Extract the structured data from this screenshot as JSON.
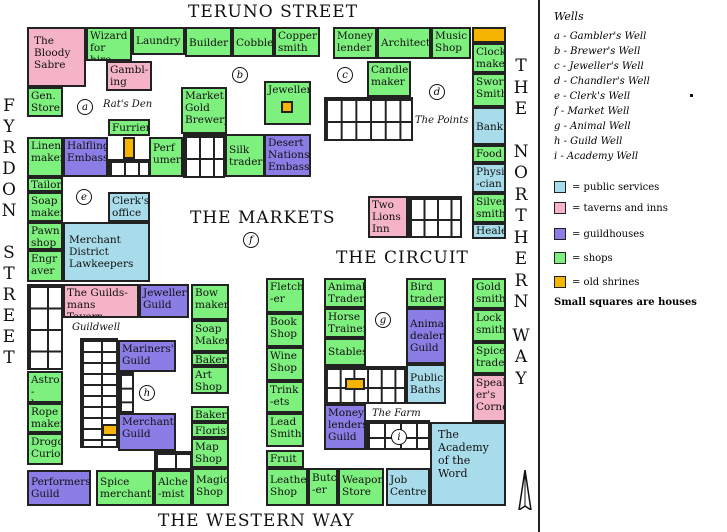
{
  "streets": {
    "north": "TERUNO STREET",
    "west": [
      "F",
      "Y",
      "R",
      "D",
      "O",
      "N",
      " ",
      "S",
      "T",
      "R",
      "E",
      "E",
      "T"
    ],
    "east": [
      "T",
      "H",
      "E",
      " ",
      "N",
      "O",
      "R",
      "T",
      "H",
      "E",
      "R",
      "N",
      " ",
      "W",
      "A",
      "Y"
    ],
    "south": "THE WESTERN WAY"
  },
  "districts": {
    "markets": "THE MARKETS",
    "circuit": "THE CIRCUIT",
    "points": "The Points",
    "farm": "The Farm",
    "rats_den": "Rat's Den",
    "guildwell": "Guildwell"
  },
  "buildings": [
    {
      "label": "The Bloody Sabre",
      "kind": "tav"
    },
    {
      "label": "Wizard for hire",
      "kind": "shop"
    },
    {
      "label": "Laundry",
      "kind": "shop"
    },
    {
      "label": "Builder",
      "kind": "shop"
    },
    {
      "label": "Cobbler",
      "kind": "shop"
    },
    {
      "label": "Copper smith",
      "kind": "shop"
    },
    {
      "label": "Money lender",
      "kind": "shop"
    },
    {
      "label": "Architect",
      "kind": "shop"
    },
    {
      "label": "Music Shop",
      "kind": "shop"
    },
    {
      "label": "Clock maker",
      "kind": "shop"
    },
    {
      "label": "Gambl- ing hall",
      "kind": "tav"
    },
    {
      "label": "Gen. Store",
      "kind": "shop"
    },
    {
      "label": "Market Gold Brewery",
      "kind": "shop"
    },
    {
      "label": "Jeweller",
      "kind": "shop"
    },
    {
      "label": "Candle maker",
      "kind": "shop"
    },
    {
      "label": "Sword Smith",
      "kind": "shop"
    },
    {
      "label": "Bank",
      "kind": "pub"
    },
    {
      "label": "Furrier",
      "kind": "shop"
    },
    {
      "label": "Linen maker",
      "kind": "shop"
    },
    {
      "label": "Halfling Embassy",
      "kind": "gld"
    },
    {
      "label": "Perf umer",
      "kind": "shop"
    },
    {
      "label": "Silk trader",
      "kind": "shop"
    },
    {
      "label": "Desert Nations Embassy",
      "kind": "gld"
    },
    {
      "label": "Food",
      "kind": "shop"
    },
    {
      "label": "Physi -cian",
      "kind": "pub"
    },
    {
      "label": "Tailor",
      "kind": "shop"
    },
    {
      "label": "Soap maker",
      "kind": "shop"
    },
    {
      "label": "Clerk's office",
      "kind": "pub"
    },
    {
      "label": "Two Lions Inn",
      "kind": "tav"
    },
    {
      "label": "Silver smith",
      "kind": "shop"
    },
    {
      "label": "Healer",
      "kind": "pub"
    },
    {
      "label": "Pawn shop",
      "kind": "shop"
    },
    {
      "label": "Merchant District Lawkeepers",
      "kind": "pub"
    },
    {
      "label": "Engr aver",
      "kind": "shop"
    },
    {
      "label": "The Guilds- mans Tavern",
      "kind": "tav"
    },
    {
      "label": "Jewellers Guild",
      "kind": "gld"
    },
    {
      "label": "Bow maker",
      "kind": "shop"
    },
    {
      "label": "Fletch -er",
      "kind": "shop"
    },
    {
      "label": "Animal Trader",
      "kind": "shop"
    },
    {
      "label": "Horse Trainer",
      "kind": "shop"
    },
    {
      "label": "Bird trader",
      "kind": "shop"
    },
    {
      "label": "Gold smith",
      "kind": "shop"
    },
    {
      "label": "Lock smith",
      "kind": "shop"
    },
    {
      "label": "Soap Maker",
      "kind": "shop"
    },
    {
      "label": "Baker",
      "kind": "shop"
    },
    {
      "label": "Mariners' Guild",
      "kind": "gld"
    },
    {
      "label": "Art Shop",
      "kind": "shop"
    },
    {
      "label": "Book Shop",
      "kind": "shop"
    },
    {
      "label": "Stables",
      "kind": "shop"
    },
    {
      "label": "Animal dealers Guild",
      "kind": "gld"
    },
    {
      "label": "Spice trader",
      "kind": "shop"
    },
    {
      "label": "Wine Shop",
      "kind": "shop"
    },
    {
      "label": "Public Baths",
      "kind": "pub"
    },
    {
      "label": "Speak- er's Corner",
      "kind": "tav"
    },
    {
      "label": "Astro -loger",
      "kind": "shop"
    },
    {
      "label": "Rope maker",
      "kind": "shop"
    },
    {
      "label": "Trink -ets",
      "kind": "shop"
    },
    {
      "label": "Baker",
      "kind": "shop"
    },
    {
      "label": "Merchant Guild",
      "kind": "gld"
    },
    {
      "label": "Florist",
      "kind": "shop"
    },
    {
      "label": "Money lenders Guild",
      "kind": "gld"
    },
    {
      "label": "Drogo Curios",
      "kind": "shop"
    },
    {
      "label": "Lead Smith",
      "kind": "shop"
    },
    {
      "label": "Map Shop",
      "kind": "shop"
    },
    {
      "label": "The Academy of the Word",
      "kind": "pub"
    },
    {
      "label": "Fruit",
      "kind": "shop"
    },
    {
      "label": "Performers Guild",
      "kind": "gld"
    },
    {
      "label": "Spice merchant",
      "kind": "shop"
    },
    {
      "label": "Alche -mist",
      "kind": "shop"
    },
    {
      "label": "Magic Shop",
      "kind": "shop"
    },
    {
      "label": "Leather Shop",
      "kind": "shop"
    },
    {
      "label": "Butch -er",
      "kind": "shop"
    },
    {
      "label": "Weapon Store",
      "kind": "shop"
    },
    {
      "label": "Job Centre",
      "kind": "pub"
    }
  ],
  "wells_on_map": [
    "a",
    "b",
    "c",
    "d",
    "e",
    "f",
    "g",
    "h",
    "i"
  ],
  "legend": {
    "title": "Wells",
    "wells": [
      "a - Gambler's Well",
      "b - Brewer's Well",
      "c - Jeweller's Well",
      "d - Chandler's Well",
      "e - Clerk's Well",
      "f - Market Well",
      "g - Animal Well",
      "h - Guild Well",
      "i - Academy Well"
    ],
    "keys": [
      {
        "label": "= public services",
        "color": "#a8dcea"
      },
      {
        "label": "= taverns and inns",
        "color": "#f4b3c6"
      },
      {
        "label": "= guildhouses",
        "color": "#8a7ee6"
      },
      {
        "label": "= shops",
        "color": "#7ef07e"
      },
      {
        "label": "= old shrines",
        "color": "#f4b400"
      }
    ],
    "note": "Small squares are houses"
  },
  "colors": {
    "shop": "#7ef07e",
    "pub": "#a8dcea",
    "tav": "#f4b3c6",
    "gld": "#8a7ee6",
    "shrine": "#f4b400"
  }
}
